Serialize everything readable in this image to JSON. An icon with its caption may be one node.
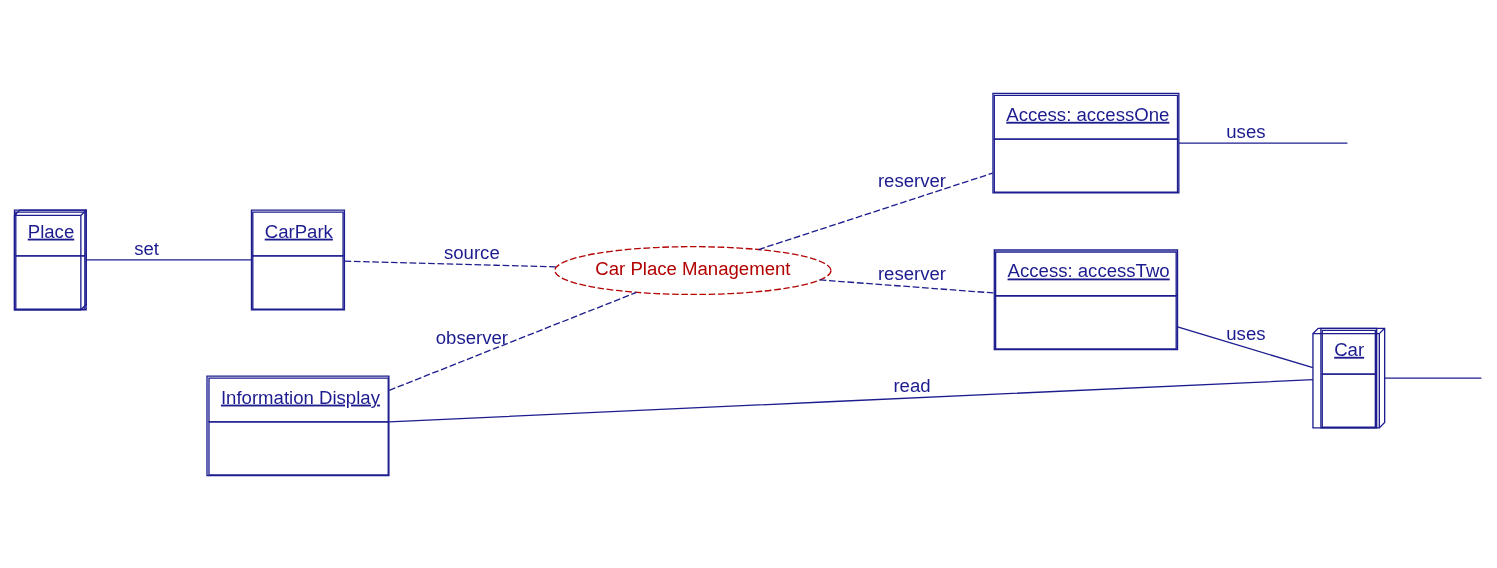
{
  "diagram": {
    "nodes": [
      {
        "text": [
          "Place"
        ]
      },
      {
        "text": [
          "CarPark"
        ]
      },
      {
        "text": [
          "Car Place Management"
        ]
      },
      {
        "text": [
          "Access: accessOne"
        ]
      },
      {
        "text": [
          "Information Display"
        ]
      },
      {
        "text": [
          "Access: accessTwo"
        ]
      },
      {
        "text": [
          "Car"
        ]
      }
    ],
    "edges": [
      {
        "from": 0,
        "to": 1,
        "arrow": "none",
        "label": "set"
      },
      {
        "from": 1,
        "to": 2,
        "arrow": "none",
        "label": "source",
        "style": "dashed"
      },
      {
        "from": 2,
        "to": 3,
        "arrow": "none",
        "label": "reserver",
        "style": "dashed"
      },
      {
        "from": 3,
        "to": null,
        "arrow": "none",
        "label": "uses"
      },
      {
        "from": 4,
        "to": 2,
        "arrow": "none",
        "label": "observer",
        "style": "dashed"
      },
      {
        "from": 2,
        "to": 5,
        "arrow": "none",
        "label": "reserver",
        "style": "dashed"
      },
      {
        "from": 4,
        "to": 6,
        "arrow": "none",
        "label": "read"
      },
      {
        "from": 5,
        "to": 6,
        "arrow": "none",
        "label": "uses"
      },
      {
        "from": 6,
        "to": null,
        "arrow": "none"
      }
    ]
  }
}
